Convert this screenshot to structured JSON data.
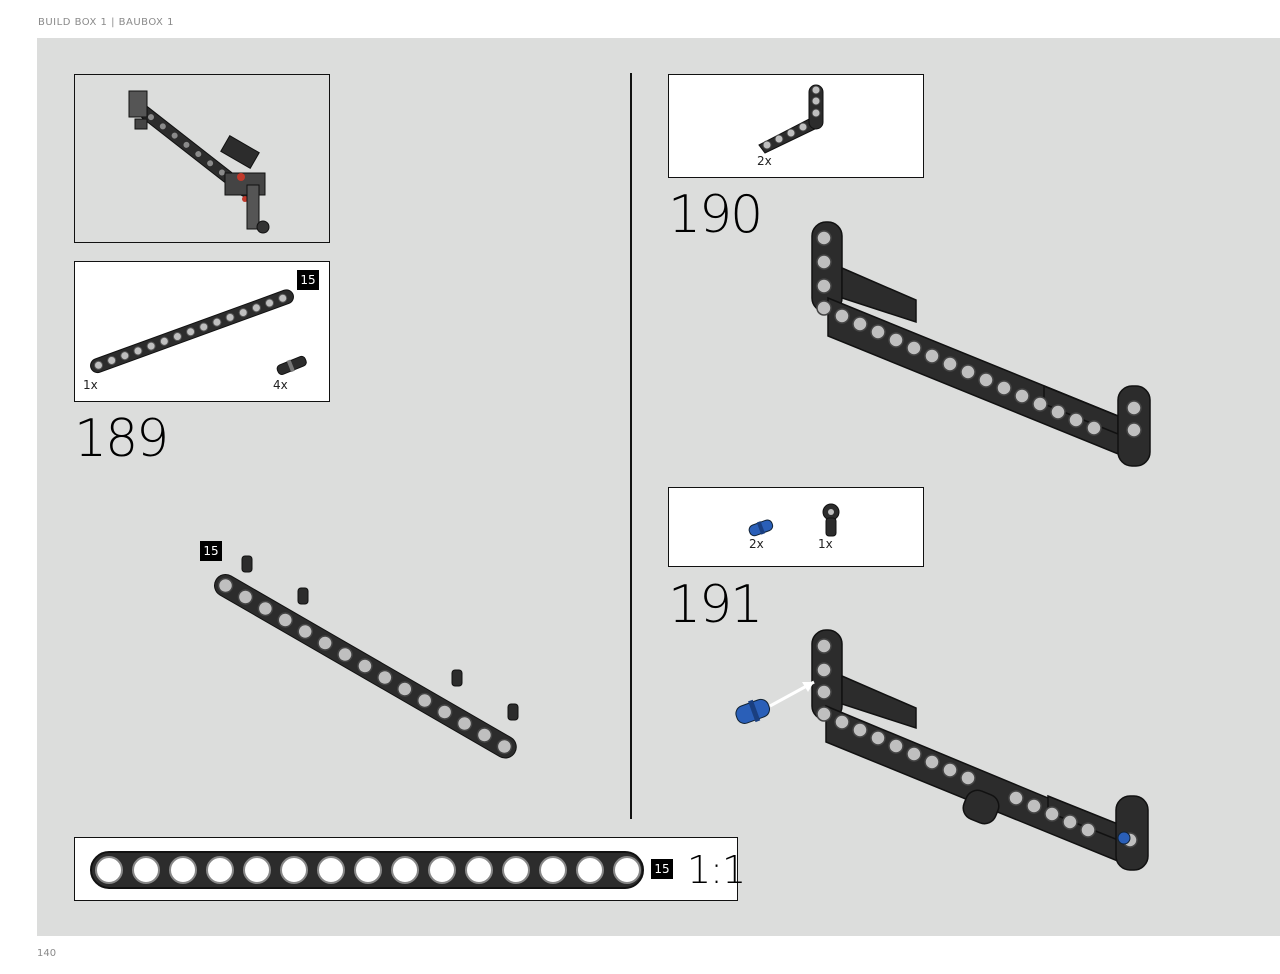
{
  "header": {
    "text": "BUILD BOX 1  |  BAUBOX 1"
  },
  "footer": {
    "page_number": "140"
  },
  "context_view": {
    "icon": "assembly-preview-icon"
  },
  "step189": {
    "number": "189",
    "parts": [
      {
        "name": "beam-15",
        "qty": "1x",
        "badge": "15"
      },
      {
        "name": "connector-pin",
        "qty": "4x"
      }
    ],
    "assembly_badge": "15"
  },
  "step190": {
    "number": "190",
    "parts": [
      {
        "name": "l-beam",
        "qty": "2x"
      }
    ]
  },
  "step191": {
    "number": "191",
    "parts": [
      {
        "name": "blue-pin",
        "qty": "2x"
      },
      {
        "name": "angle-connector",
        "qty": "1x"
      }
    ]
  },
  "ruler": {
    "badge": "15",
    "scale": "1:1"
  },
  "colors": {
    "background": "#dcdddc",
    "beam": "#2c2c2c",
    "hole": "#bfbfbf",
    "pin_blue": "#2a5fb8",
    "badge": "#000000"
  }
}
